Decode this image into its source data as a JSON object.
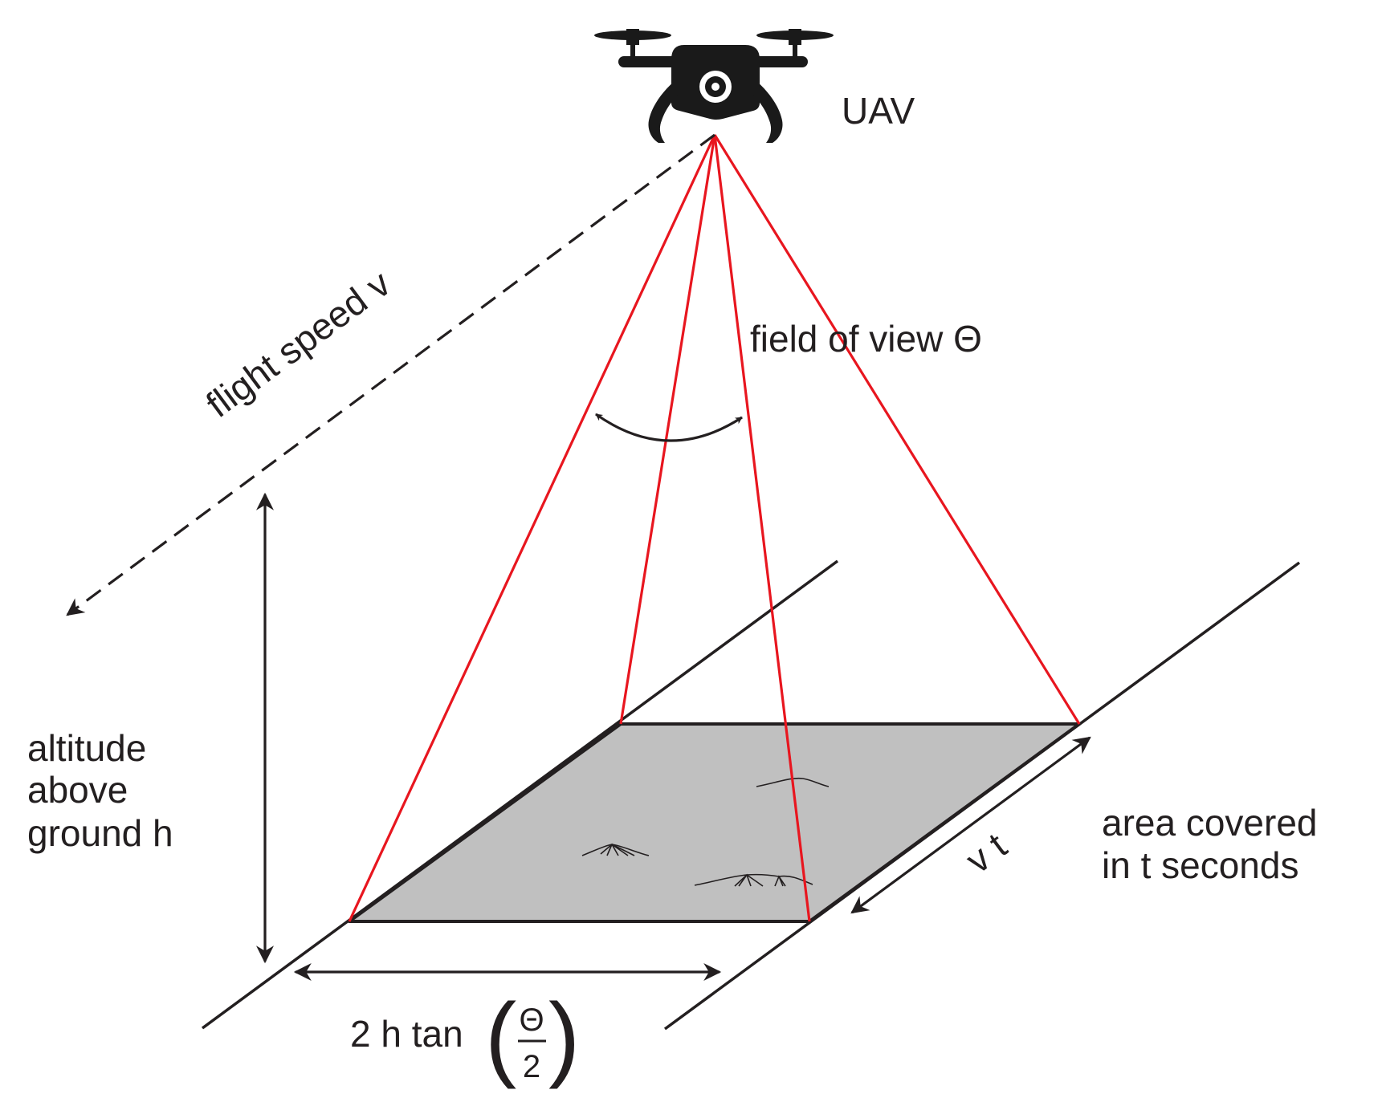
{
  "labels": {
    "uav": "UAV",
    "flight_speed": "flight speed v",
    "field_of_view": "field of view Θ",
    "altitude_line1": "altitude",
    "altitude_line2": "above",
    "altitude_line3": "ground h",
    "area_line1": "area covered",
    "area_line2": "in t seconds",
    "vt": "v t",
    "width_prefix": "2 h tan",
    "width_paren_open": "(",
    "width_paren_close": ")",
    "width_numerator": "Θ",
    "width_denominator": "2"
  },
  "icons": {
    "drone": "drone-icon"
  },
  "colors": {
    "fov_lines": "#e8161f",
    "ink": "#231f20",
    "footprint_fill": "#c0c0c0"
  }
}
